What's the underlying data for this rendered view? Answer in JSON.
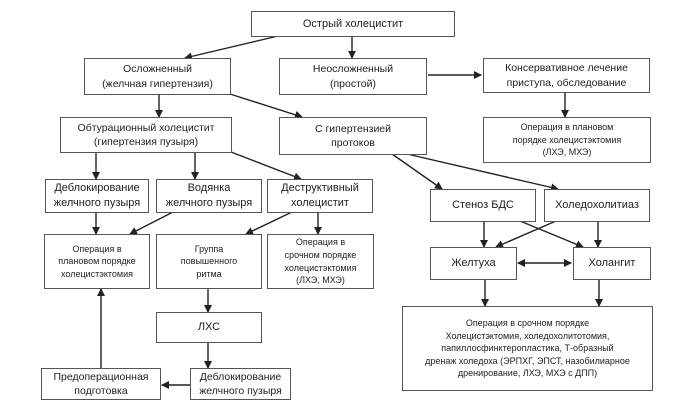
{
  "diagram": {
    "nodes": {
      "root": "Острый холецистит",
      "complicated": "Осложненный\n(желчная гипертензия)",
      "uncomplicated": "Неосложненный\n(простой)",
      "conservative": "Консервативное лечение\nприступа, обследование",
      "planned_op_right": "Операция в плановом\nпорядке холецистэктомия\n(ЛХЭ, МХЭ)",
      "obturation": "Обтурационный холецистит\n(гипертензия пузыря)",
      "duct_hypertension": "С гипертензией\nпротоков",
      "unblocking_1": "Деблокирование\nжелчного пузыря",
      "hydrops": "Водянка\nжелчного пузыря",
      "destructive": "Деструктивный\nхолецистит",
      "planned_op_left": "Операция в\nплановом порядке\nхолецистэктомия",
      "high_risk": "Группа\nповышенного\nритма",
      "urgent_op": "Операция в\nсрочном порядке\nхолецистэктомия\n(ЛХЭ, МХЭ)",
      "lhs": "ЛХС",
      "unblocking_2": "Деблокирование\nжелчного пузыря",
      "preop": "Предоперационная\nподготовка",
      "stenosis": "Стеноз БДС",
      "choledocholithiasis": "Холедохолитиаз",
      "jaundice": "Желтуха",
      "cholangitis": "Холангит",
      "urgent_op_final": "Операция в срочном порядке\nХолецистэктомия, холедохолитотомия,\nпапиллосфинктеропластика, Т-образный\nдренаж холедоха (ЭРПХГ, ЭПСТ, назобилиарное\nдренирование, ЛХЭ, МХЭ с ДПП)"
    },
    "edges": [
      [
        "root",
        "complicated"
      ],
      [
        "root",
        "uncomplicated"
      ],
      [
        "uncomplicated",
        "conservative"
      ],
      [
        "conservative",
        "planned_op_right"
      ],
      [
        "complicated",
        "obturation"
      ],
      [
        "complicated",
        "duct_hypertension"
      ],
      [
        "obturation",
        "unblocking_1"
      ],
      [
        "obturation",
        "hydrops"
      ],
      [
        "obturation",
        "destructive"
      ],
      [
        "unblocking_1",
        "planned_op_left"
      ],
      [
        "hydrops",
        "planned_op_left"
      ],
      [
        "destructive",
        "high_risk"
      ],
      [
        "destructive",
        "urgent_op"
      ],
      [
        "high_risk",
        "lhs"
      ],
      [
        "lhs",
        "unblocking_2"
      ],
      [
        "unblocking_2",
        "preop"
      ],
      [
        "preop",
        "planned_op_left"
      ],
      [
        "duct_hypertension",
        "stenosis"
      ],
      [
        "duct_hypertension",
        "choledocholithiasis"
      ],
      [
        "stenosis",
        "jaundice"
      ],
      [
        "stenosis",
        "cholangitis"
      ],
      [
        "choledocholithiasis",
        "jaundice"
      ],
      [
        "choledocholithiasis",
        "cholangitis"
      ],
      [
        "jaundice",
        "cholangitis",
        "bidirectional"
      ],
      [
        "jaundice",
        "urgent_op_final"
      ],
      [
        "cholangitis",
        "urgent_op_final"
      ]
    ]
  }
}
